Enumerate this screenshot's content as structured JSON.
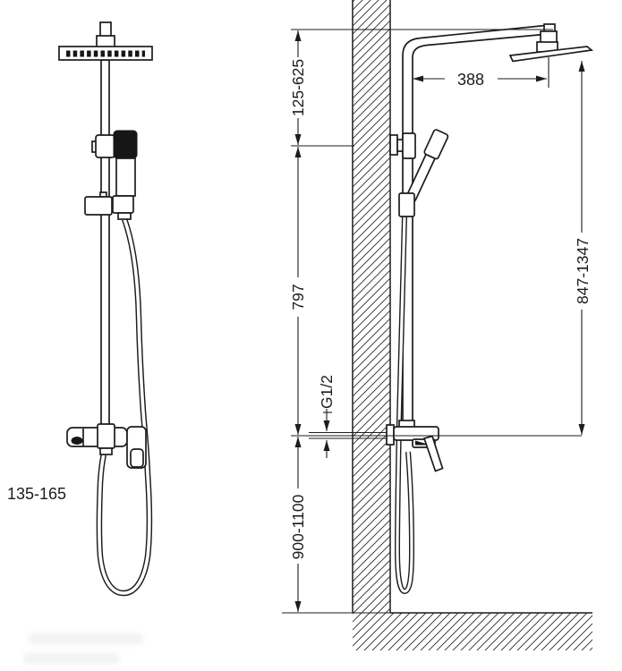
{
  "drawing": {
    "kind": "shower-system-installation-dimensions",
    "background": "#ffffff",
    "line_color": "#1c1c1c",
    "labels": {
      "riser_top_range": "125-625",
      "riser_length": "797",
      "mixer_height": "900-1100",
      "inlet_thread": "G1/2",
      "arm_projection": "388",
      "head_height_range": "847-1347",
      "spout_projection": "135-165"
    }
  }
}
